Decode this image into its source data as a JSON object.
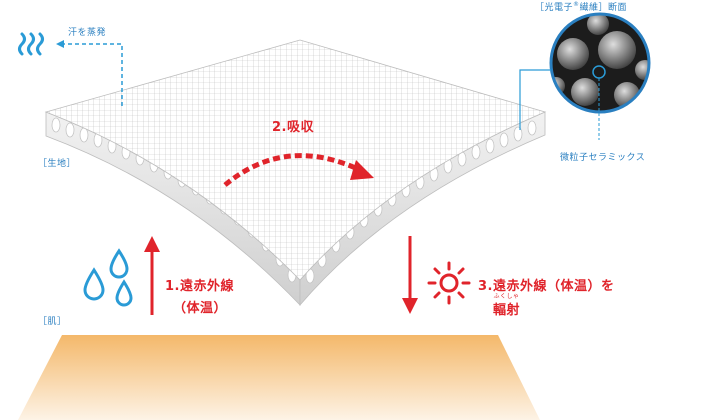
{
  "labels": {
    "sweat_evaporation": "汗を蒸発",
    "fabric": "［生地］",
    "skin": "［肌］",
    "cross_section_prefix": "［光電子",
    "cross_section_reg": "®",
    "cross_section_suffix": "繊維］断面",
    "ceramic": "微粒子セラミックス",
    "absorb": "2.吸収",
    "far_ir_1_line1": "1.遠赤外線",
    "far_ir_1_line2": "（体温）",
    "far_ir_3_line1": "3.遠赤外線（体温）を",
    "far_ir_3_radiate": "輻射",
    "far_ir_3_ruby": "ふくしゃ"
  },
  "colors": {
    "blue": "#2a7fc0",
    "red": "#e0242b",
    "skin_top": "#f4b86a",
    "skin_bottom": "#fdf3e6",
    "fabric_grid": "#b9b9b9",
    "fabric_side": "#dcdcdc"
  },
  "icons": {
    "vapor": "steam-wave-icon",
    "drops": "water-drops-icon",
    "sun": "sun-icon"
  }
}
